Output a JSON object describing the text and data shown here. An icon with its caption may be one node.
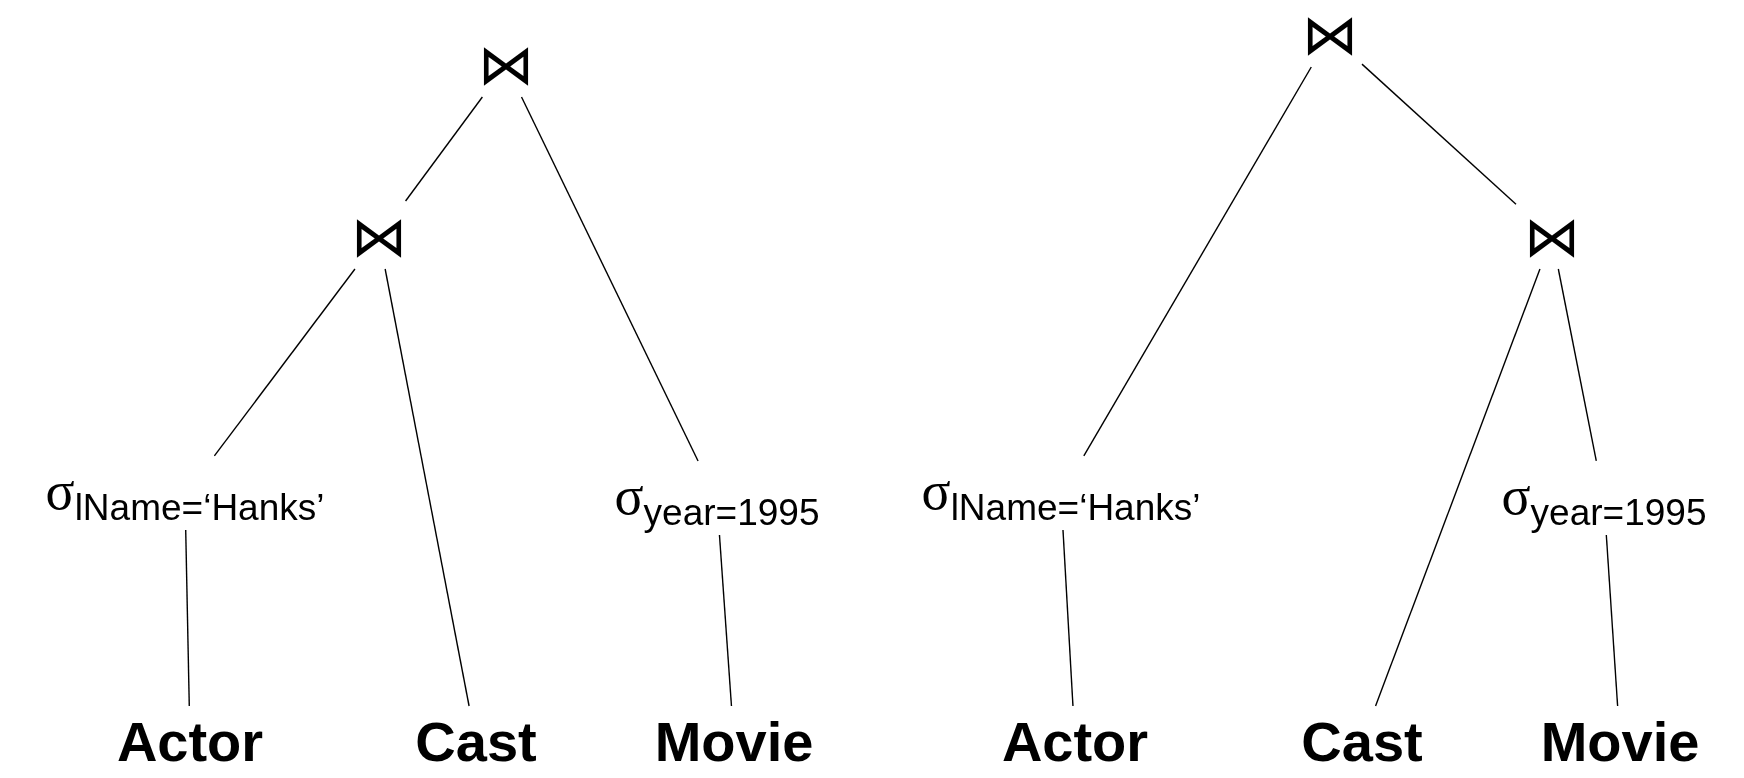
{
  "diagram": {
    "nodes": [
      {
        "text": [
          "⋈"
        ]
      },
      {
        "text": [
          "⋈"
        ]
      },
      {
        "text": [
          "σ$_{lName=‘Hanks’}$"
        ]
      },
      {
        "text": [
          "σ$_{year=1995}$"
        ]
      },
      {
        "text": [
          "Actor"
        ]
      },
      {
        "text": [
          "Cast"
        ]
      },
      {
        "text": [
          "Movie"
        ]
      },
      {
        "text": [
          "⋈"
        ]
      },
      {
        "text": [
          "⋈"
        ]
      },
      {
        "text": [
          "σ$_{lName=‘Hanks’}$"
        ]
      },
      {
        "text": [
          "σ$_{year=1995}$"
        ]
      },
      {
        "text": [
          "Actor"
        ]
      },
      {
        "text": [
          "Cast"
        ]
      },
      {
        "text": [
          "Movie"
        ]
      }
    ],
    "edges": [
      {
        "from": 0,
        "to": 1,
        "arrow": "none"
      },
      {
        "from": 0,
        "to": 3,
        "arrow": "none"
      },
      {
        "from": 1,
        "to": 2,
        "arrow": "none"
      },
      {
        "from": 1,
        "to": 5,
        "arrow": "none"
      },
      {
        "from": 2,
        "to": 4,
        "arrow": "none"
      },
      {
        "from": 3,
        "to": 6,
        "arrow": "none"
      },
      {
        "from": 7,
        "to": 9,
        "arrow": "none"
      },
      {
        "from": 7,
        "to": 8,
        "arrow": "none"
      },
      {
        "from": 8,
        "to": 12,
        "arrow": "none"
      },
      {
        "from": 8,
        "to": 10,
        "arrow": "none"
      },
      {
        "from": 9,
        "to": 11,
        "arrow": "none"
      },
      {
        "from": 10,
        "to": 13,
        "arrow": "none"
      }
    ]
  }
}
